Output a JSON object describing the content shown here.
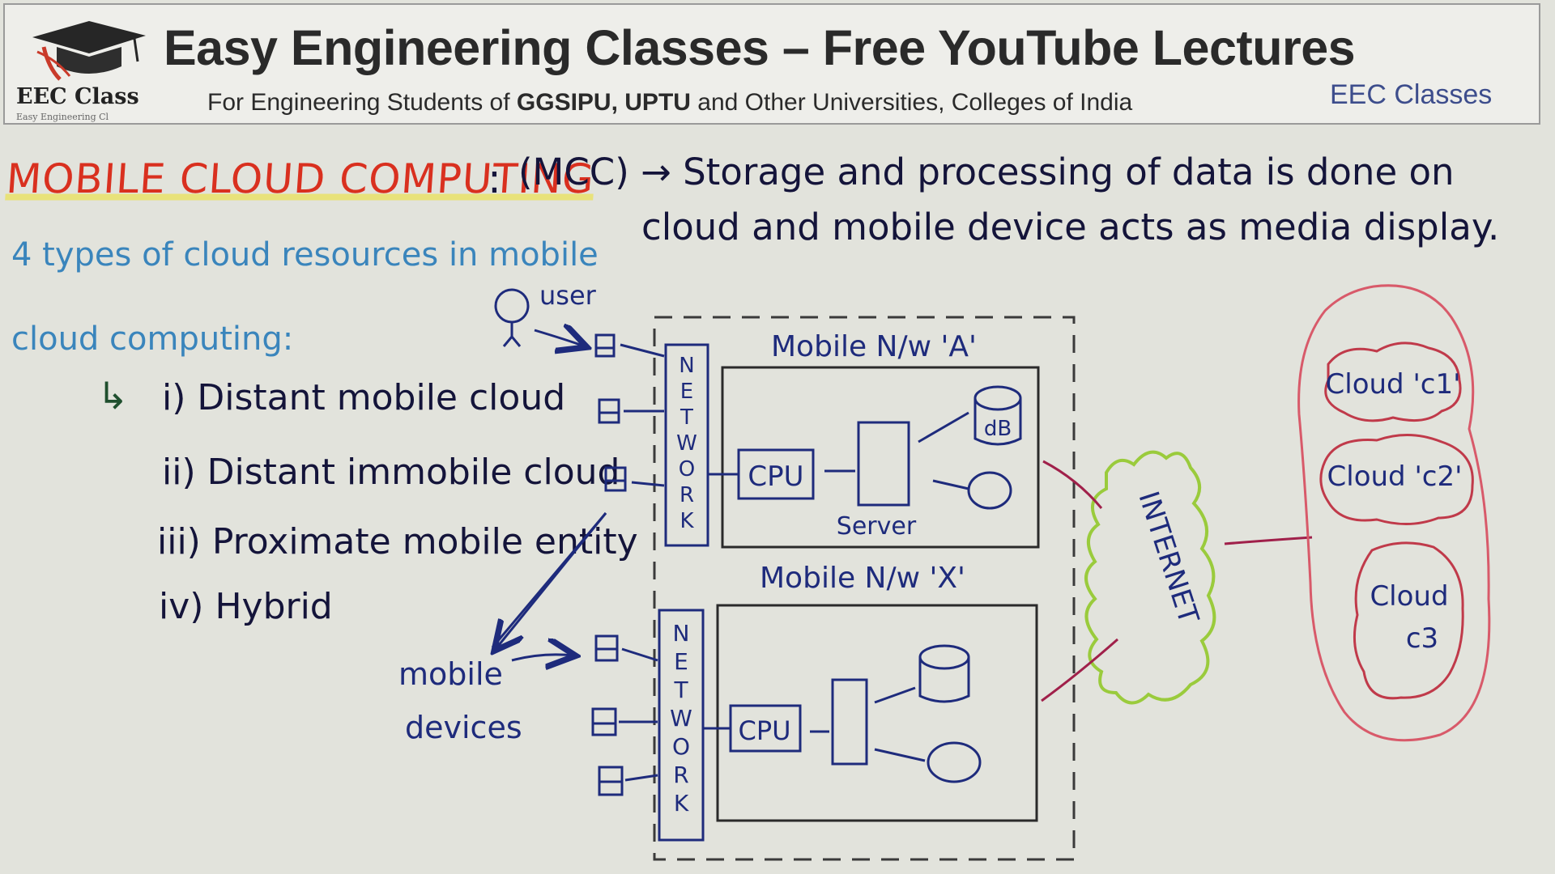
{
  "header": {
    "logo_text": "EEC Class",
    "logo_subtext": "Easy Engineering Cl",
    "title": "Easy Engineering Classes – Free YouTube Lectures",
    "subtitle_parts": [
      {
        "text": "For Engineering Students of ",
        "bold": false
      },
      {
        "text": "GGSIPU, UPTU",
        "bold": true
      },
      {
        "text": " and Other Universities, Colleges of India",
        "bold": false
      }
    ],
    "brand": "EEC Classes"
  },
  "board": {
    "title": "MOBILE CLOUD COMPUTING",
    "title_punct": ":",
    "definition_line1": "(MCC) → Storage and processing of data is done on",
    "definition_line2": "cloud and mobile device acts as media display.",
    "types_heading_line1": "4 types of cloud resources in mobile",
    "types_heading_line2": "cloud computing:",
    "types": [
      {
        "num": "i)",
        "text": "Distant mobile cloud"
      },
      {
        "num": "ii)",
        "text": "Distant immobile cloud"
      },
      {
        "num": "iii)",
        "text": "Proximate mobile entity"
      },
      {
        "num": "iv)",
        "text": "Hybrid"
      }
    ],
    "arrow_symbol": "↳"
  },
  "diagram": {
    "user_label": "user",
    "mobile_devices_label_line1": "mobile",
    "mobile_devices_label_line2": "devices",
    "network_label": "NETWORK",
    "network_a_label": "Mobile N/w 'A'",
    "network_x_label": "Mobile N/w 'X'",
    "cpu_label": "CPU",
    "server_label": "Server",
    "db_label": "dB",
    "internet_label": "INTERNET",
    "clouds": [
      {
        "label_line1": "Cloud 'c1'",
        "label_line2": ""
      },
      {
        "label_line1": "Cloud 'c2'",
        "label_line2": ""
      },
      {
        "label_line1": "Cloud",
        "label_line2": "c3"
      }
    ]
  },
  "colors": {
    "board_background": "#e2e3dc",
    "title_red": "#d9301f",
    "ink": "#14143a",
    "heading_blue": "#3a85bc",
    "diagram_navy": "#1e2b7c",
    "internet_green": "#9acb3c",
    "cloud_pink": "#d85a6a",
    "link_magenta": "#a0204a",
    "brand_blue": "#3d4d8c"
  }
}
